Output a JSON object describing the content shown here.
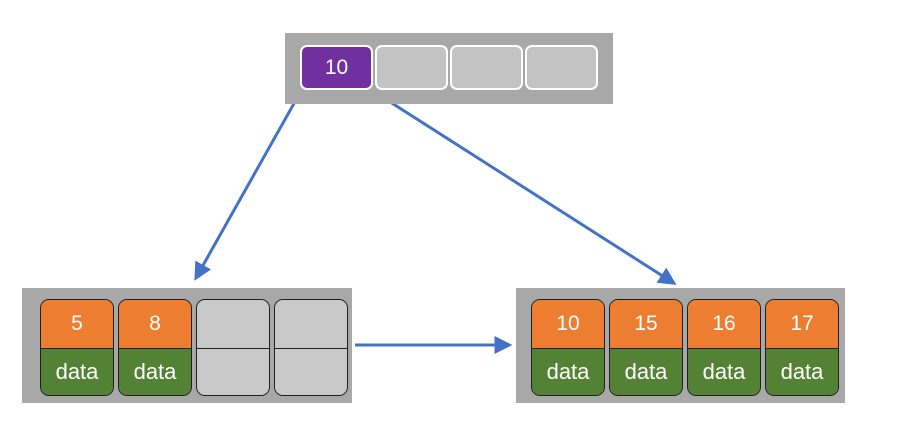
{
  "colors": {
    "root_key_purple": "#7030A0",
    "leaf_key_orange": "#ED7D31",
    "leaf_data_green": "#548235",
    "arrow_blue": "#4472C4",
    "node_frame_gray": "#A8A8A8",
    "empty_cell_gray": "#C9C9C9"
  },
  "root_node": {
    "cells": [
      {
        "key": "10",
        "filled": true
      },
      {
        "key": "",
        "filled": false
      },
      {
        "key": "",
        "filled": false
      },
      {
        "key": "",
        "filled": false
      }
    ]
  },
  "left_leaf": {
    "slots": [
      {
        "key": "5",
        "value": "data",
        "filled": true
      },
      {
        "key": "8",
        "value": "data",
        "filled": true
      },
      {
        "key": "",
        "value": "",
        "filled": false
      },
      {
        "key": "",
        "value": "",
        "filled": false
      }
    ]
  },
  "right_leaf": {
    "slots": [
      {
        "key": "10",
        "value": "data",
        "filled": true
      },
      {
        "key": "15",
        "value": "data",
        "filled": true
      },
      {
        "key": "16",
        "value": "data",
        "filled": true
      },
      {
        "key": "17",
        "value": "data",
        "filled": true
      }
    ]
  },
  "arrows": [
    {
      "name": "root-to-left-leaf"
    },
    {
      "name": "root-to-right-leaf"
    },
    {
      "name": "left-leaf-to-right-leaf"
    }
  ]
}
